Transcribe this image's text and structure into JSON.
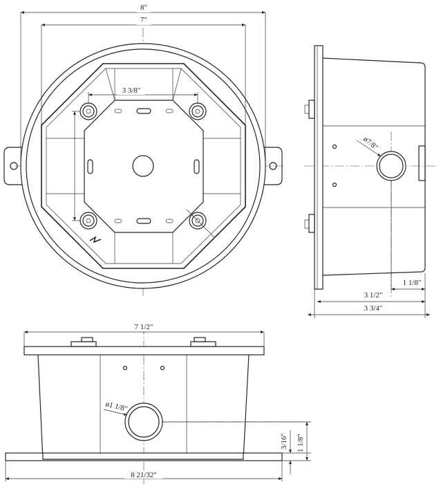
{
  "dimensions": {
    "top_width_outer": "8\"",
    "top_width_inner": "7\"",
    "screw_spacing": "3 3/8\"",
    "knockout_side": "ø7/8\"",
    "side_depth_inner": "3 1/2\"",
    "side_depth_outer": "3 3/4\"",
    "side_knockout_offset": "1 1/8\"",
    "bottom_top_width": "7 1/2\"",
    "bottom_knockout": "ø1 1/8\"",
    "bottom_height_small": "3/16\"",
    "bottom_height_large": "1 1/8\"",
    "bottom_base_width": "8 21/32\""
  }
}
